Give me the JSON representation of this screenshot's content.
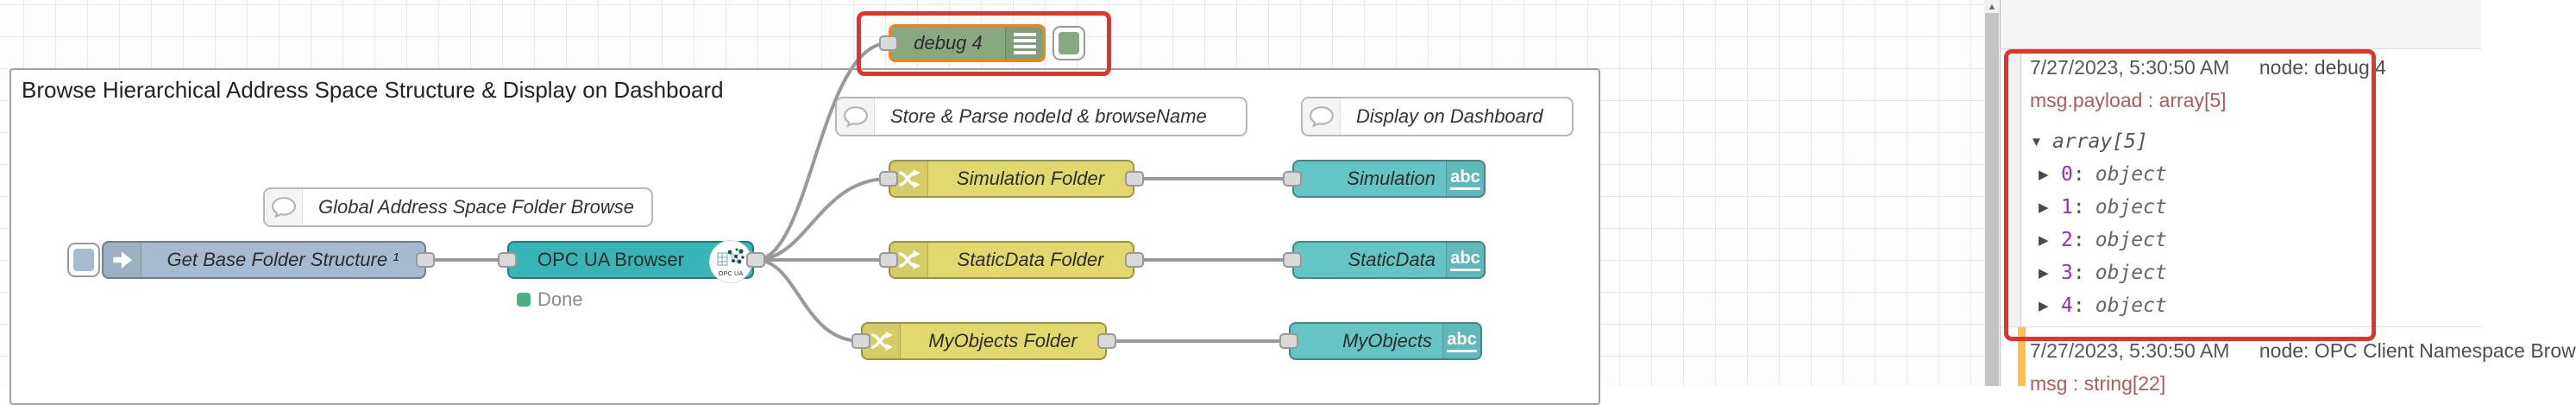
{
  "icons": {
    "scroll_up": "▲",
    "tree_expanded": "▼",
    "tree_collapsed": "▶"
  },
  "colors": {
    "inject_node": "#a6bbcf",
    "opcua_node": "#39b4b6",
    "debug_node": "#87a980",
    "switch_node": "#e2d96e",
    "text_node": "#65c4c6",
    "selection_orange": "#ff7f0e",
    "annotation_red": "#e0352b",
    "warn_bar_orange": "#ffc050",
    "status_green": "#4fae82",
    "wire_gray": "#999999",
    "debug_property_red": "#ad5b5b",
    "index_purple": "#962fbf"
  },
  "canvas": {
    "group": {
      "label": "Browse Hierarchical Address Space Structure & Display on Dashboard"
    },
    "comments": [
      {
        "label": "Global Address Space Folder Browse"
      },
      {
        "label": "Store & Parse nodeId & browseName"
      },
      {
        "label": "Display on Dashboard"
      }
    ],
    "nodes": {
      "inject": {
        "label": "Get Base Folder Structure ¹"
      },
      "opcua": {
        "label": "OPC UA Browser",
        "icon_caption": "OPC UA",
        "status": "Done"
      },
      "debug": {
        "label": "debug 4"
      },
      "switches": [
        {
          "label": "Simulation Folder"
        },
        {
          "label": "StaticData Folder"
        },
        {
          "label": "MyObjects Folder"
        }
      ],
      "texts": [
        {
          "label": "Simulation",
          "badge": "abc"
        },
        {
          "label": "StaticData",
          "badge": "abc"
        },
        {
          "label": "MyObjects",
          "badge": "abc"
        }
      ]
    }
  },
  "sidebar": {
    "messages": [
      {
        "timestamp": "7/27/2023, 5:30:50 AM",
        "source": "node: debug 4",
        "property": "msg.payload : array[5]",
        "tree_root": "array[5]",
        "items": [
          {
            "index": "0",
            "type": "object"
          },
          {
            "index": "1",
            "type": "object"
          },
          {
            "index": "2",
            "type": "object"
          },
          {
            "index": "3",
            "type": "object"
          },
          {
            "index": "4",
            "type": "object"
          }
        ]
      },
      {
        "timestamp": "7/27/2023, 5:30:50 AM",
        "source": "node: OPC Client Namespace Brow",
        "property": "msg : string[22]"
      }
    ]
  }
}
